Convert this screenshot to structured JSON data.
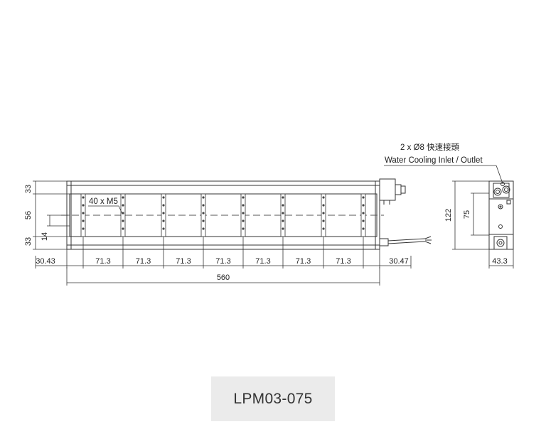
{
  "callout": {
    "line1": "2 x Ø8 快速接頭",
    "line2": "Water Cooling Inlet / Outlet"
  },
  "holes_label": "40 x M5",
  "front_view": {
    "height_dims": [
      "33",
      "56",
      "33"
    ],
    "offset_dim": "14",
    "bottom_dims": [
      "30.43",
      "71.3",
      "71.3",
      "71.3",
      "71.3",
      "71.3",
      "71.3",
      "71.3",
      "30.47"
    ],
    "overall_length": "560"
  },
  "side_view": {
    "height_total": "122",
    "height_inner": "75",
    "width": "43.3"
  },
  "model": "LPM03-075"
}
